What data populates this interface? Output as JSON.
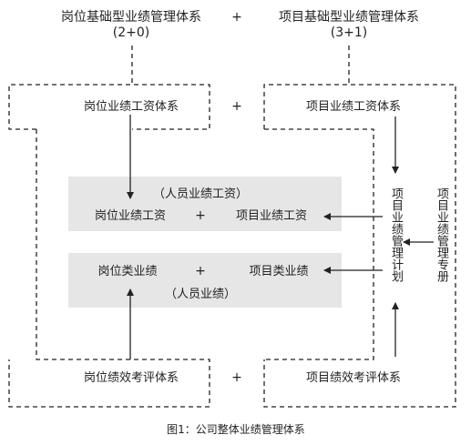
{
  "top": {
    "left_title": "岗位基础型业绩管理体系",
    "left_sub": "(2+0)",
    "plus": "+",
    "right_title": "项目基础型业绩管理体系",
    "right_sub": "(3+1)"
  },
  "row1": {
    "left": "岗位业绩工资体系",
    "plus": "+",
    "right": "项目业绩工资体系"
  },
  "wage_box": {
    "caption": "（人员业绩工资）",
    "left": "岗位业绩工资",
    "plus": "+",
    "right": "项目业绩工资"
  },
  "perf_box": {
    "left": "岗位类业绩",
    "plus": "+",
    "right": "项目类业绩",
    "caption": "（人员业绩）"
  },
  "side": {
    "plan": "项目业绩管理计划",
    "special": "项目业绩管理专册"
  },
  "row_bottom": {
    "left": "岗位绩效考评体系",
    "plus": "+",
    "right": "项目绩效考评体系"
  },
  "figure_caption": "图1：公司整体业绩管理体系",
  "colors": {
    "line": "#222222",
    "box_fill": "#e6e6e6",
    "background": "#ffffff"
  }
}
